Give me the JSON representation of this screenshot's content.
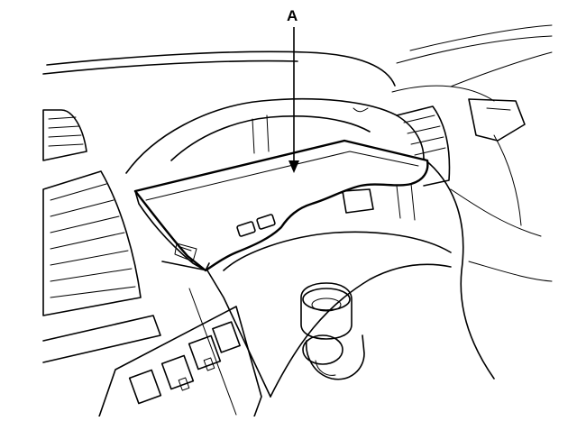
{
  "diagram": {
    "callouts": [
      {
        "id": "A",
        "text": "A",
        "target": "instrument-panel-upper-cover"
      }
    ],
    "background": "#ffffff",
    "line_color": "#000000"
  }
}
